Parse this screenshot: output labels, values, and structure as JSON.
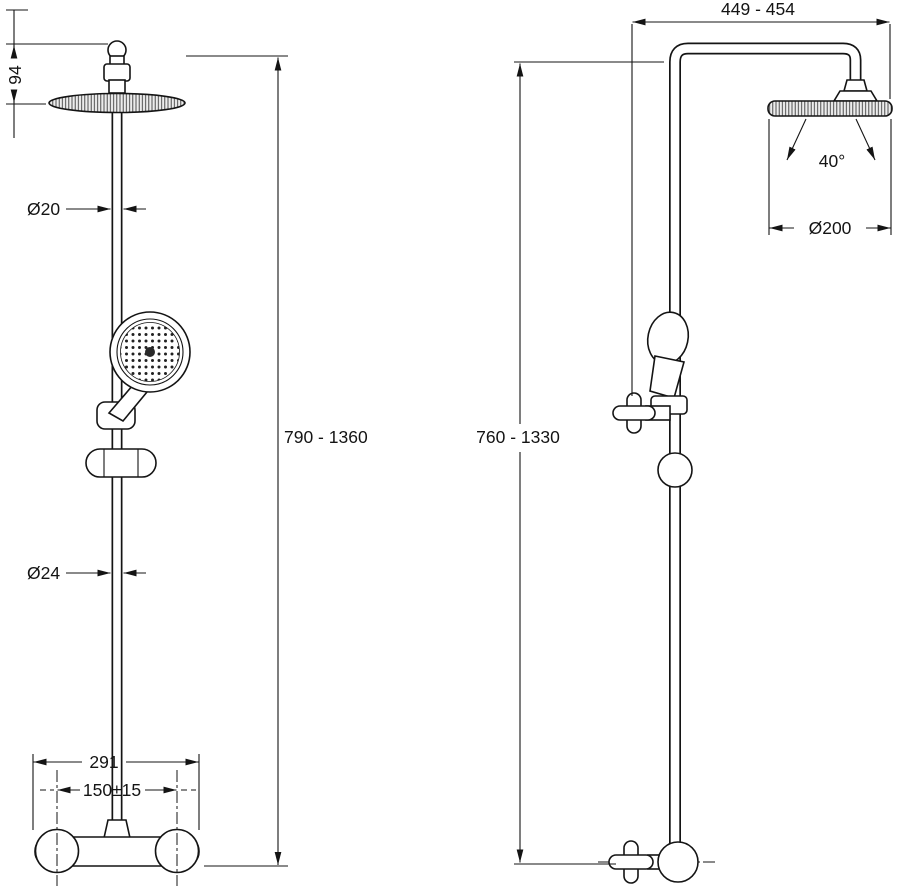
{
  "drawing": {
    "type": "technical-dimension-drawing",
    "subject": "shower-column-with-rain-head-hand-shower-and-mixer",
    "views": {
      "left": "front-view",
      "right": "side-view"
    },
    "line_color": "#141414",
    "background_color": "#ffffff"
  },
  "dimensions": {
    "head_height": "94",
    "upper_pipe_diameter": "Ø20",
    "front_height_range": "790 - 1360",
    "lower_pipe_diameter": "Ø24",
    "mixer_overall_width": "291",
    "inlet_centers": "150±15",
    "top_arm_reach": "449 - 454",
    "spray_angle": "40°",
    "head_diameter": "Ø200",
    "side_height_range": "760 - 1330"
  }
}
